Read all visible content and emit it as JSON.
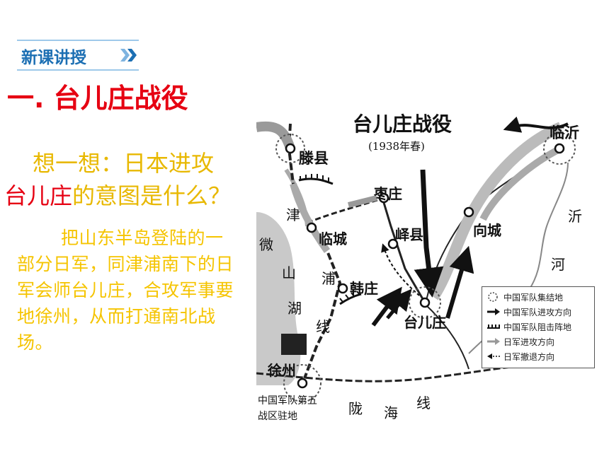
{
  "section_tag": "新课讲授",
  "section_title": "一. 台儿庄战役",
  "question": {
    "line1": "想一想：日本进攻",
    "line2_red": "台儿庄",
    "line2_rest": "的意图是什么？"
  },
  "answer": "把山东半岛登陆的一部分日军，同津浦南下的日军会师台儿庄，合攻军事要地徐州，从而打通南北战场。",
  "map": {
    "title": "台儿庄战役",
    "subtitle": "(1938年春)",
    "places": {
      "tengxian": "滕县",
      "linyi": "临沂",
      "zaozhuang": "枣庄",
      "yixian": "峄县",
      "xiangcheng": "向城",
      "lincheng": "临城",
      "hanzhuang": "韩庄",
      "taierzhuang": "台儿庄",
      "xuzhou": "徐州",
      "xuzhou_note_1": "中国军队第五",
      "xuzhou_note_2": "战区驻地"
    },
    "rail_jinpu": [
      "津",
      "浦",
      "线"
    ],
    "lake": [
      "微",
      "山",
      "湖"
    ],
    "river": [
      "沂",
      "河"
    ],
    "rail_longhai": [
      "陇",
      "海",
      "线"
    ],
    "legend": [
      {
        "icon": "assembly-circle-icon",
        "label": "中国军队集结地"
      },
      {
        "icon": "black-arrow-icon",
        "label": "中国军队进攻方向"
      },
      {
        "icon": "block-line-icon",
        "label": "中国军队阻击阵地"
      },
      {
        "icon": "gray-arrow-icon",
        "label": "日军进攻方向"
      },
      {
        "icon": "dashed-arrow-icon",
        "label": "日军撤退方向"
      }
    ]
  },
  "colors": {
    "title_red": "#e60012",
    "tag_blue": "#1c6fb3",
    "text_yellow": "#f5c400"
  }
}
